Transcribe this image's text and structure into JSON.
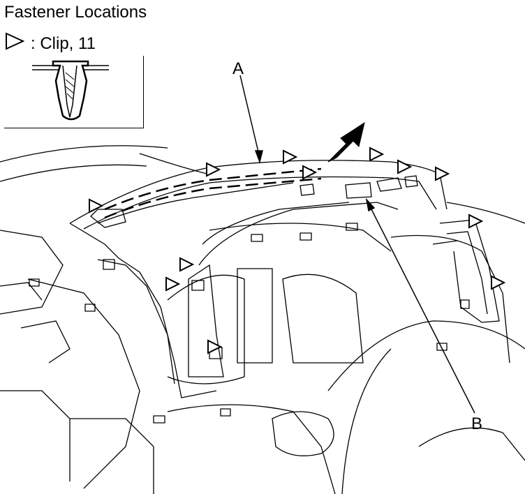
{
  "title": "Fastener Locations",
  "legend": {
    "symbol_icon": "triangle-outline-icon",
    "text": ": Clip, 11"
  },
  "callouts": {
    "a": "A",
    "b": "B"
  }
}
